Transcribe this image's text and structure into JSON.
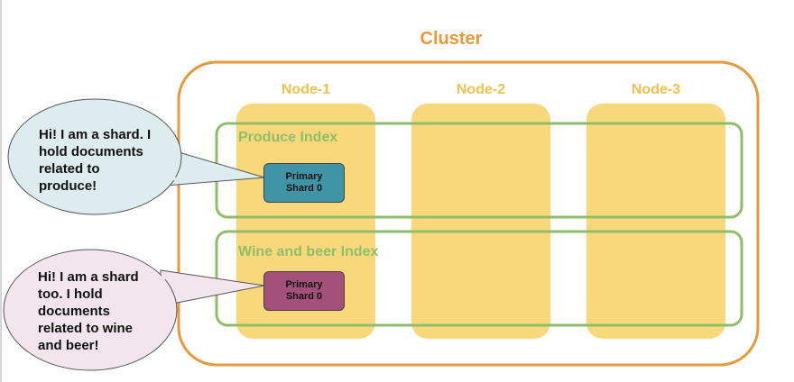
{
  "cluster": {
    "title": "Cluster",
    "border_color": "#e69a3a"
  },
  "nodes": [
    {
      "label": "Node-1"
    },
    {
      "label": "Node-2"
    },
    {
      "label": "Node-3"
    }
  ],
  "node_color": "#f9d87b",
  "indices": [
    {
      "title": "Produce Index",
      "shard": {
        "line1": "Primary",
        "line2": "Shard 0",
        "color": "#3f95a6"
      }
    },
    {
      "title": "Wine and beer Index",
      "shard": {
        "line1": "Primary",
        "line2": "Shard 0",
        "color": "#a3507a"
      }
    }
  ],
  "index_border_color": "#8fbe6a",
  "bubbles": [
    {
      "lines": [
        "Hi! I am a shard. I",
        "hold documents",
        "related to",
        "produce!"
      ],
      "fill": "#dcecef"
    },
    {
      "lines": [
        "Hi! I am a shard",
        "too. I hold",
        "documents",
        "related to wine",
        "and beer!"
      ],
      "fill": "#f2e6ec"
    }
  ]
}
